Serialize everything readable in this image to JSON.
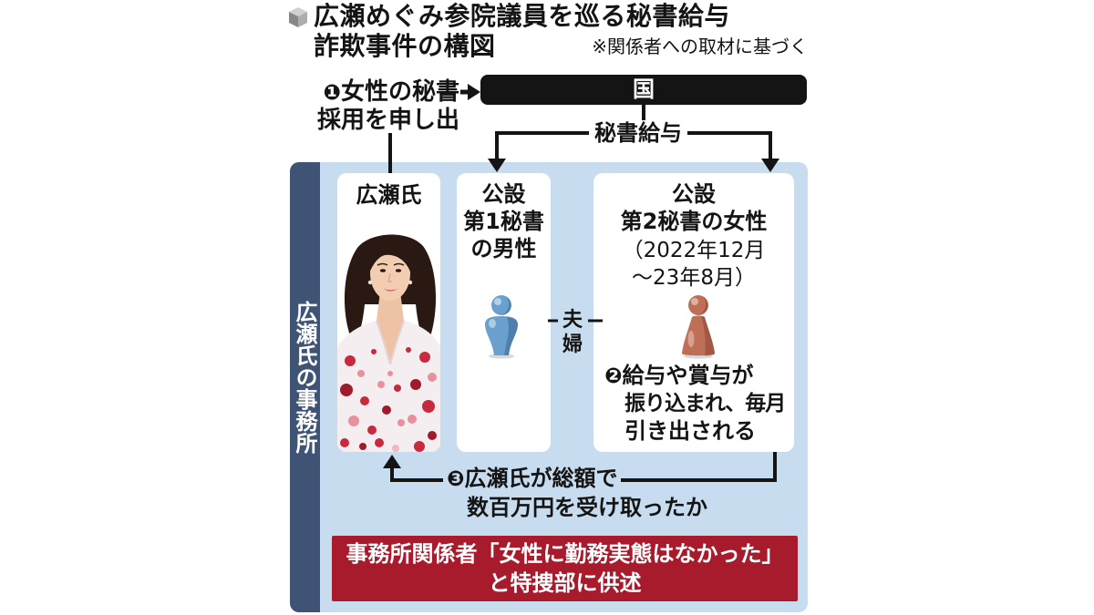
{
  "title": {
    "icon": "cube-icon",
    "line1": "広瀬めぐみ参院議員を巡る秘書給与",
    "line2": "詐欺事件の構図",
    "note": "※関係者への取材に基づく"
  },
  "step1": {
    "marker": "❶",
    "line1": "女性の秘書",
    "line2": "採用を申し出"
  },
  "state": {
    "label": "国"
  },
  "salary": {
    "label": "秘書給与"
  },
  "office": {
    "label": "広瀬氏の事務所"
  },
  "hirose": {
    "label": "広瀬氏"
  },
  "secretary1": {
    "icon": "male-person-icon",
    "line1": "公設",
    "line2": "第1秘書",
    "line3": "の男性"
  },
  "couple": {
    "line1": "夫",
    "line2": "婦"
  },
  "secretary2": {
    "icon": "female-person-icon",
    "line1": "公設",
    "line2": "第2秘書の女性",
    "period1": "（2022年12月",
    "period2": "～23年8月）"
  },
  "step2": {
    "marker": "❷",
    "line1": "給与や賞与が",
    "line2": "振り込まれ、毎月",
    "line3": "引き出される"
  },
  "step3": {
    "marker": "❸",
    "line1": "広瀬氏が総額で",
    "line2": "数百万円を受け取ったか"
  },
  "testimony": {
    "line1": "事務所関係者「女性に勤務実態はなかった」",
    "line2": "と特捜部に供述"
  },
  "colors": {
    "ink": "#141414",
    "panel": "#c7dcef",
    "office_strip": "#3f5374",
    "box": "#ffffff",
    "testimony_bg": "#a71b2c",
    "male_icon": "#6aa0cd",
    "female_icon": "#c06f57"
  }
}
